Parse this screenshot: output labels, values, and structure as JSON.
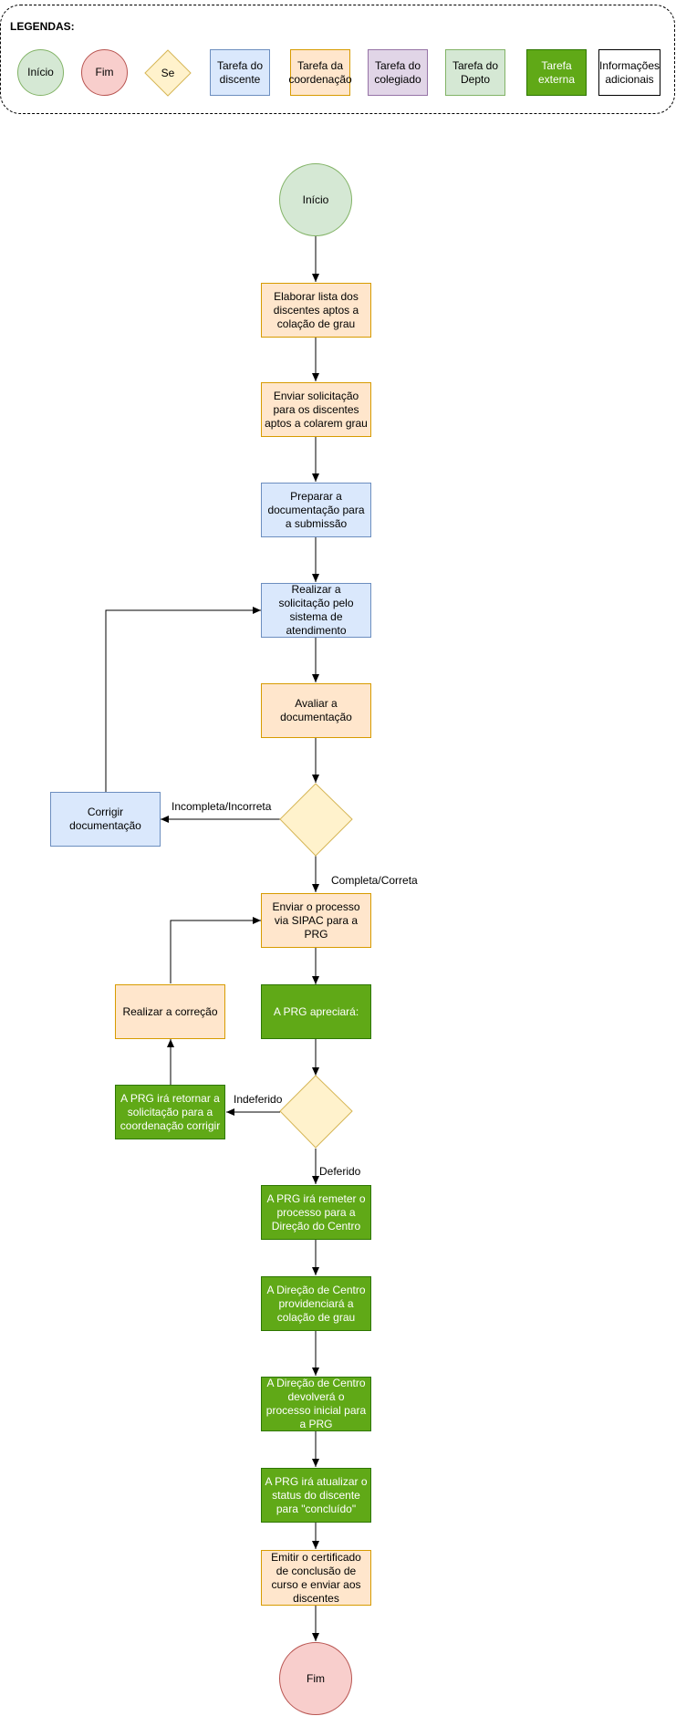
{
  "legend": {
    "title": "LEGENDAS:",
    "items": {
      "inicio": "Início",
      "fim": "Fim",
      "se": "Se",
      "discente": "Tarefa do discente",
      "coordenacao": "Tarefa da coordenação",
      "colegiado": "Tarefa do colegiado",
      "depto": "Tarefa do Depto",
      "externa": "Tarefa externa",
      "info": "Informações adicionais"
    }
  },
  "flow": {
    "start": "Início",
    "step1": "Elaborar lista dos discentes aptos a colação de grau",
    "step2": "Enviar solicitação para os discentes aptos a colarem grau",
    "step3": "Preparar a documentação para a submissão",
    "step4": "Realizar a solicitação pelo sistema de atendimento",
    "step5": "Avaliar a documentação",
    "correct_doc": "Corrigir documentação",
    "label_incomplete": "Incompleta/Incorreta",
    "label_complete": "Completa/Correta",
    "step6": "Enviar o processo via SIPAC para a PRG",
    "step7": "A PRG apreciará:",
    "label_denied": "Indeferido",
    "label_approved": "Deferido",
    "return_prg": "A PRG irá retornar a solicitação para a coordenação corrigir",
    "make_correction": "Realizar a correção",
    "step8": "A PRG irá remeter o processo para a Direção do Centro",
    "step9": "A Direção de Centro providenciará a colação de grau",
    "step10": "A Direção de Centro devolverá o processo inicial para a PRG",
    "step11": "A PRG irá atualizar o status do discente para \"concluído\"",
    "step12": "Emitir o certificado de conclusão de curso e enviar aos discentes",
    "end": "Fim"
  }
}
